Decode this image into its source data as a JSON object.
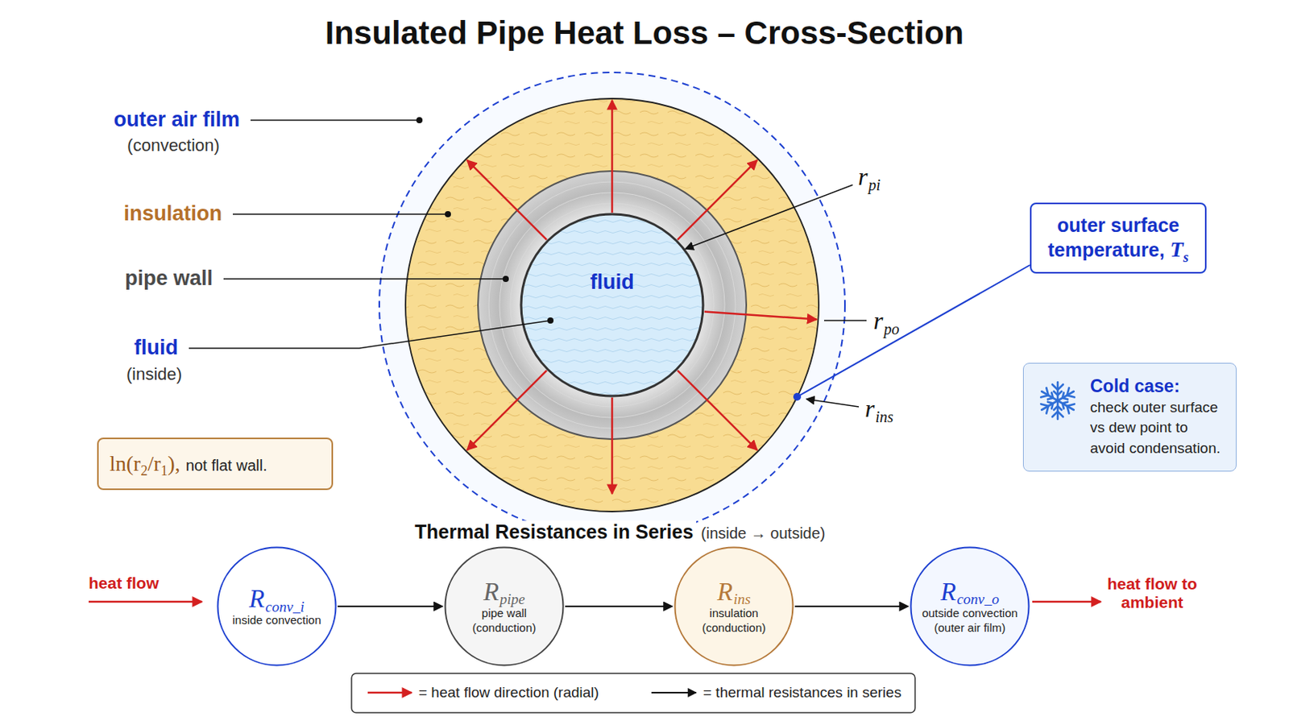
{
  "diagram": {
    "title": "Insulated Pipe Heat Loss – Cross-Section",
    "nodes": [
      {
        "text": [
          "outer surface temperature,",
          "T",
          "s"
        ]
      },
      {
        "text": [
          "Cold case:",
          "check outer surface vs dew point to avoid condensation."
        ]
      },
      {
        "text": [
          "ln(r",
          "2",
          "/r",
          "1",
          "),",
          "not flat wall."
        ]
      },
      {
        "text": [
          "R",
          "conv_i",
          "inside convection"
        ]
      },
      {
        "text": [
          "R",
          "pipe",
          "pipe wall (conduction)"
        ]
      },
      {
        "text": [
          "R",
          "ins",
          "insulation (conduction)"
        ]
      },
      {
        "text": [
          "R",
          "conv_o",
          "outside convection (outer air film)"
        ]
      }
    ],
    "edges": [
      {
        "from": 3,
        "to": 4,
        "arrow": "to"
      },
      {
        "from": 4,
        "to": 5,
        "arrow": "to"
      },
      {
        "from": 5,
        "to": 6,
        "arrow": "to"
      }
    ],
    "labels": [
      "outer air film",
      "(convection)",
      "insulation",
      "pipe wall",
      "fluid",
      "(inside)",
      "fluid",
      "r",
      "pi",
      "r",
      "po",
      "r",
      "ins",
      "Thermal Resistances in Series",
      "(inside → outside)",
      "heat flow",
      "heat flow to ambient"
    ],
    "legend": [
      {
        "text": "= heat flow direction (radial)"
      },
      {
        "text": "= thermal resistances in series"
      }
    ]
  }
}
